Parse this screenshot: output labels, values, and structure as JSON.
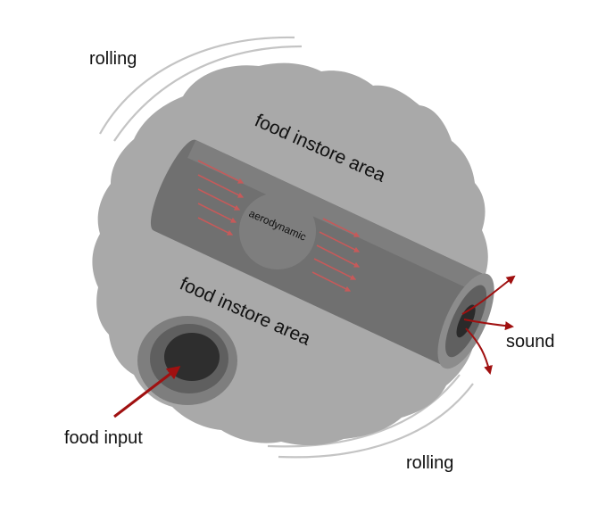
{
  "labels": {
    "rolling_top": "rolling",
    "rolling_bottom": "rolling",
    "food_instore_top": "food instore area",
    "food_instore_bottom": "food instore area",
    "aerodynamic": "aerodynamic",
    "sound": "sound",
    "food_input": "food input"
  },
  "colors": {
    "body": "#a9a9a9",
    "tube": "#6f6f6f",
    "tube_light": "#8a8a8a",
    "tube_dark": "#555555",
    "hole_inner": "#2e2e2e",
    "aero_disc": "#7e7e7e",
    "arrow_red": "#a01010",
    "flow_red": "#c65a5a",
    "rolling_line": "#c4c4c4",
    "text": "#111111"
  },
  "icons": {
    "flow_arrows": "airflow-arrows",
    "sound_arrows": "sound-wave-arrows",
    "input_arrow": "pointer-arrow"
  }
}
